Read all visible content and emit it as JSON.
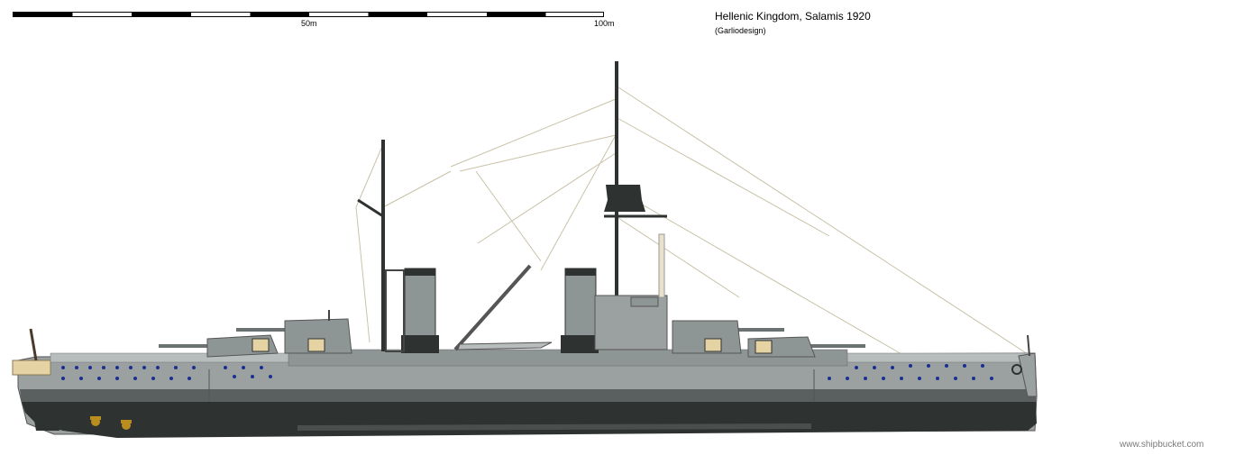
{
  "scale": {
    "mid_label": "50m",
    "end_label": "100m"
  },
  "title": "Hellenic Kingdom, Salamis 1920",
  "credit": "(Garliodesign)",
  "watermark": "www.shipbucket.com",
  "colors": {
    "hull_grey": "#9aa1a0",
    "hull_dark": "#2e3231",
    "boot_top": "#4a4f4e",
    "superstructure": "#8e9695",
    "porthole": "#1c2f8f",
    "propeller": "#b98d1e",
    "rigging": "#c9c2a8"
  }
}
